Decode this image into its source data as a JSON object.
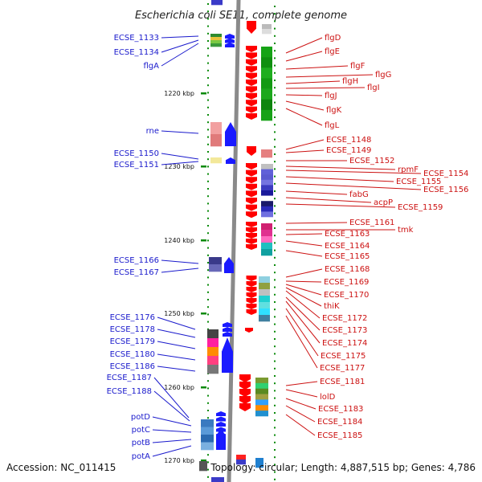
{
  "header": {
    "title": "Escherichia coli SE11, complete genome"
  },
  "footer": {
    "accession": "Accession: NC_011415",
    "info": "Topology: circular; Length: 4,887,515 bp; Genes: 4,786"
  },
  "ruler": [
    "1220 kbp",
    "1230 kbp",
    "1240 kbp",
    "1250 kbp",
    "1260 kbp",
    "1270 kbp"
  ],
  "left_genes": [
    "ECSE_1133",
    "ECSE_1134",
    "flgA",
    "rne",
    "ECSE_1150",
    "ECSE_1151",
    "ECSE_1166",
    "ECSE_1167",
    "ECSE_1176",
    "ECSE_1178",
    "ECSE_1179",
    "ECSE_1180",
    "ECSE_1186",
    "ECSE_1187",
    "ECSE_1188",
    "potD",
    "potC",
    "potB",
    "potA"
  ],
  "right_genes": [
    "flgD",
    "flgE",
    "flgF",
    "flgG",
    "flgH",
    "flgI",
    "flgJ",
    "flgK",
    "flgL",
    "ECSE_1148",
    "ECSE_1149",
    "ECSE_1152",
    "rpmF",
    "ECSE_1154",
    "ECSE_1155",
    "ECSE_1156",
    "fabG",
    "acpP",
    "ECSE_1159",
    "ECSE_1161",
    "tmk",
    "ECSE_1163",
    "ECSE_1164",
    "ECSE_1165",
    "ECSE_1168",
    "ECSE_1169",
    "ECSE_1170",
    "thiK",
    "ECSE_1172",
    "ECSE_1173",
    "ECSE_1174",
    "ECSE_1175",
    "ECSE_1177",
    "ECSE_1181",
    "lolD",
    "ECSE_1183",
    "ECSE_1184",
    "ECSE_1185"
  ],
  "colors": {
    "left_label": "#1a1acc",
    "right_label": "#cc1111",
    "forward_arrow": "#1a1aff",
    "reverse_arrow": "#ff0000",
    "tick": "#0a8a0a",
    "backbone": "#888888"
  }
}
